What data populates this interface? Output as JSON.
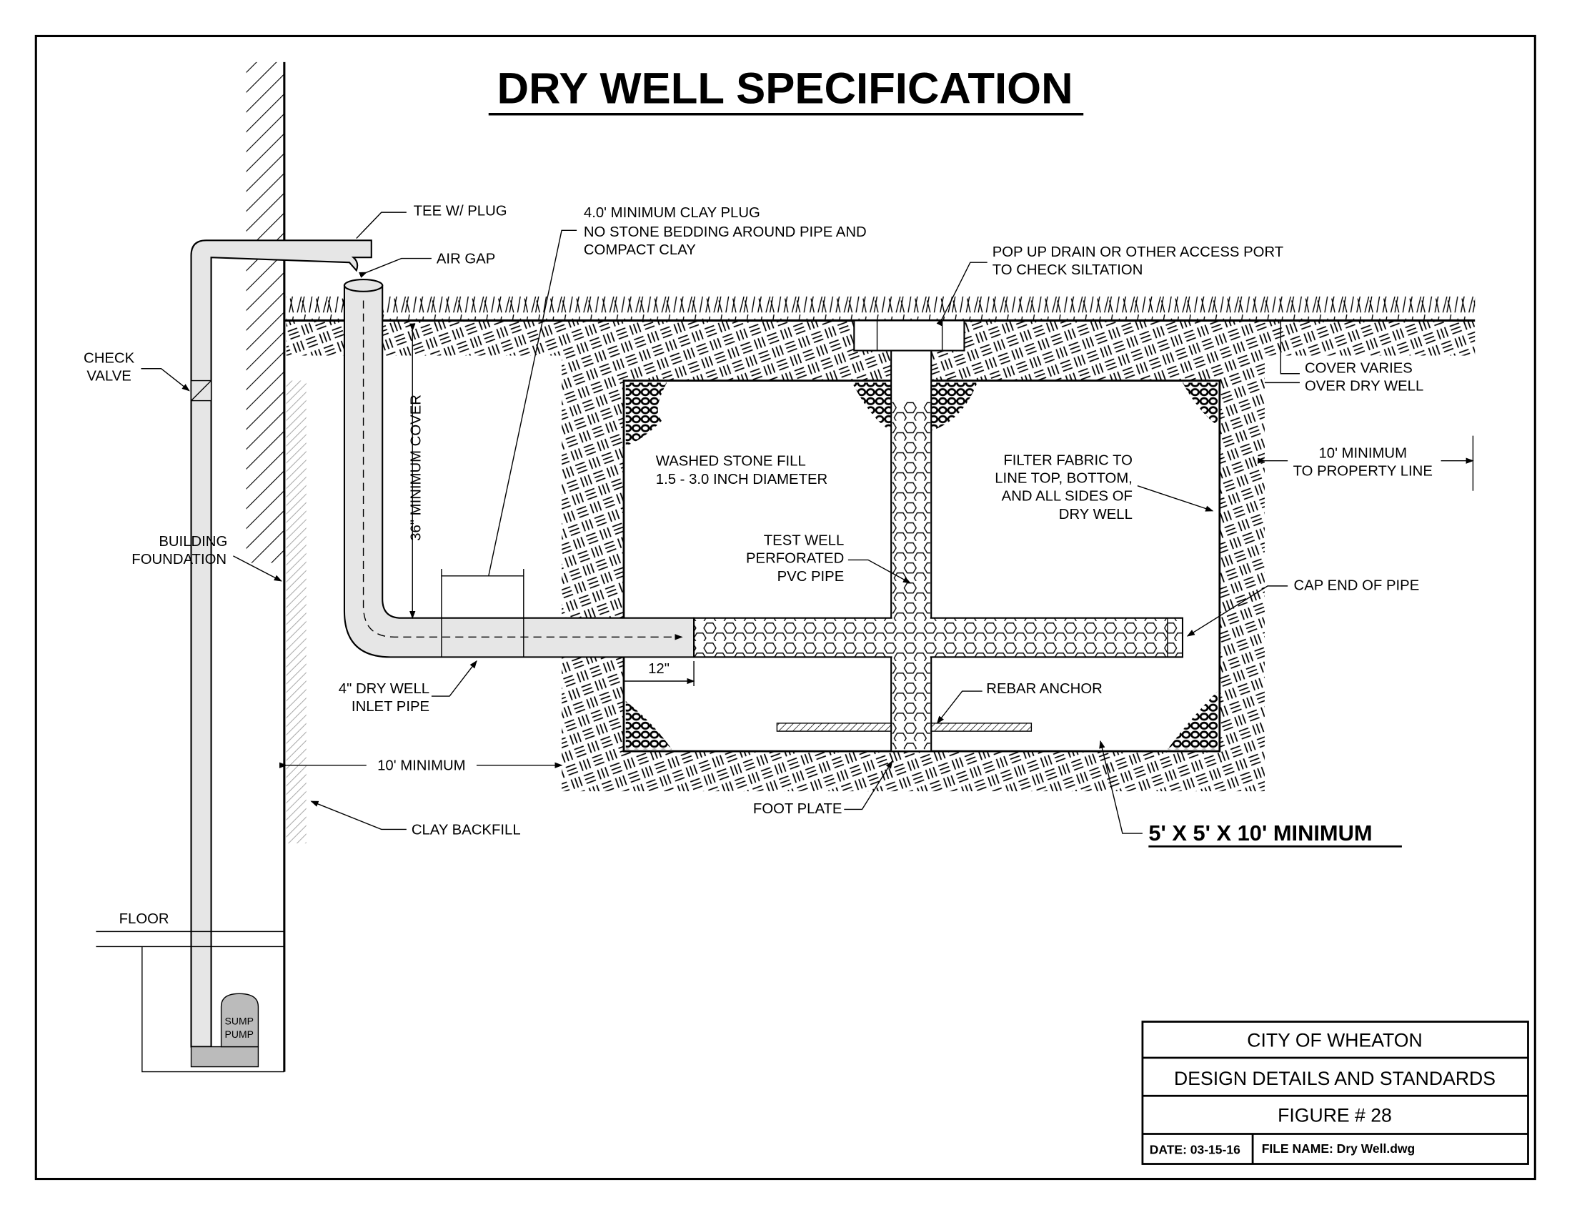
{
  "title": "DRY WELL SPECIFICATION",
  "labels": {
    "tee_plug": "TEE W/ PLUG",
    "air_gap": "AIR GAP",
    "clay_plug": [
      "4.0' MINIMUM CLAY PLUG",
      "NO STONE BEDDING AROUND PIPE AND",
      "COMPACT CLAY"
    ],
    "access_port": [
      "POP UP DRAIN OR OTHER ACCESS PORT",
      "TO CHECK SILTATION"
    ],
    "check_valve": [
      "CHECK",
      "VALVE"
    ],
    "min_cover": "36\" MINIMUM COVER",
    "cover_varies": [
      "COVER VARIES",
      "OVER DRY WELL"
    ],
    "washed_stone": [
      "WASHED STONE FILL",
      "1.5 - 3.0 INCH DIAMETER"
    ],
    "filter_fabric": [
      "FILTER FABRIC TO",
      "LINE TOP, BOTTOM,",
      "AND ALL SIDES OF",
      "DRY WELL"
    ],
    "property_line": [
      "10' MINIMUM",
      "TO PROPERTY LINE"
    ],
    "building_foundation": [
      "BUILDING",
      "FOUNDATION"
    ],
    "test_well": [
      "TEST WELL",
      "PERFORATED",
      "PVC PIPE"
    ],
    "cap_end": "CAP END OF PIPE",
    "twelve_in": "12\"",
    "inlet_pipe": [
      "4\" DRY WELL",
      "INLET PIPE"
    ],
    "rebar_anchor": "REBAR ANCHOR",
    "ten_min": "10' MINIMUM",
    "foot_plate": "FOOT PLATE",
    "clay_backfill": "CLAY BACKFILL",
    "dimensions": "5' X 5' X 10' MINIMUM",
    "floor": "FLOOR",
    "sump_pump": [
      "SUMP",
      "PUMP"
    ]
  },
  "title_block": {
    "org": "CITY OF WHEATON",
    "series": "DESIGN DETAILS AND STANDARDS",
    "figure": "FIGURE # 28",
    "date": "DATE: 03-15-16",
    "file_name": "FILE NAME: Dry Well.dwg"
  }
}
